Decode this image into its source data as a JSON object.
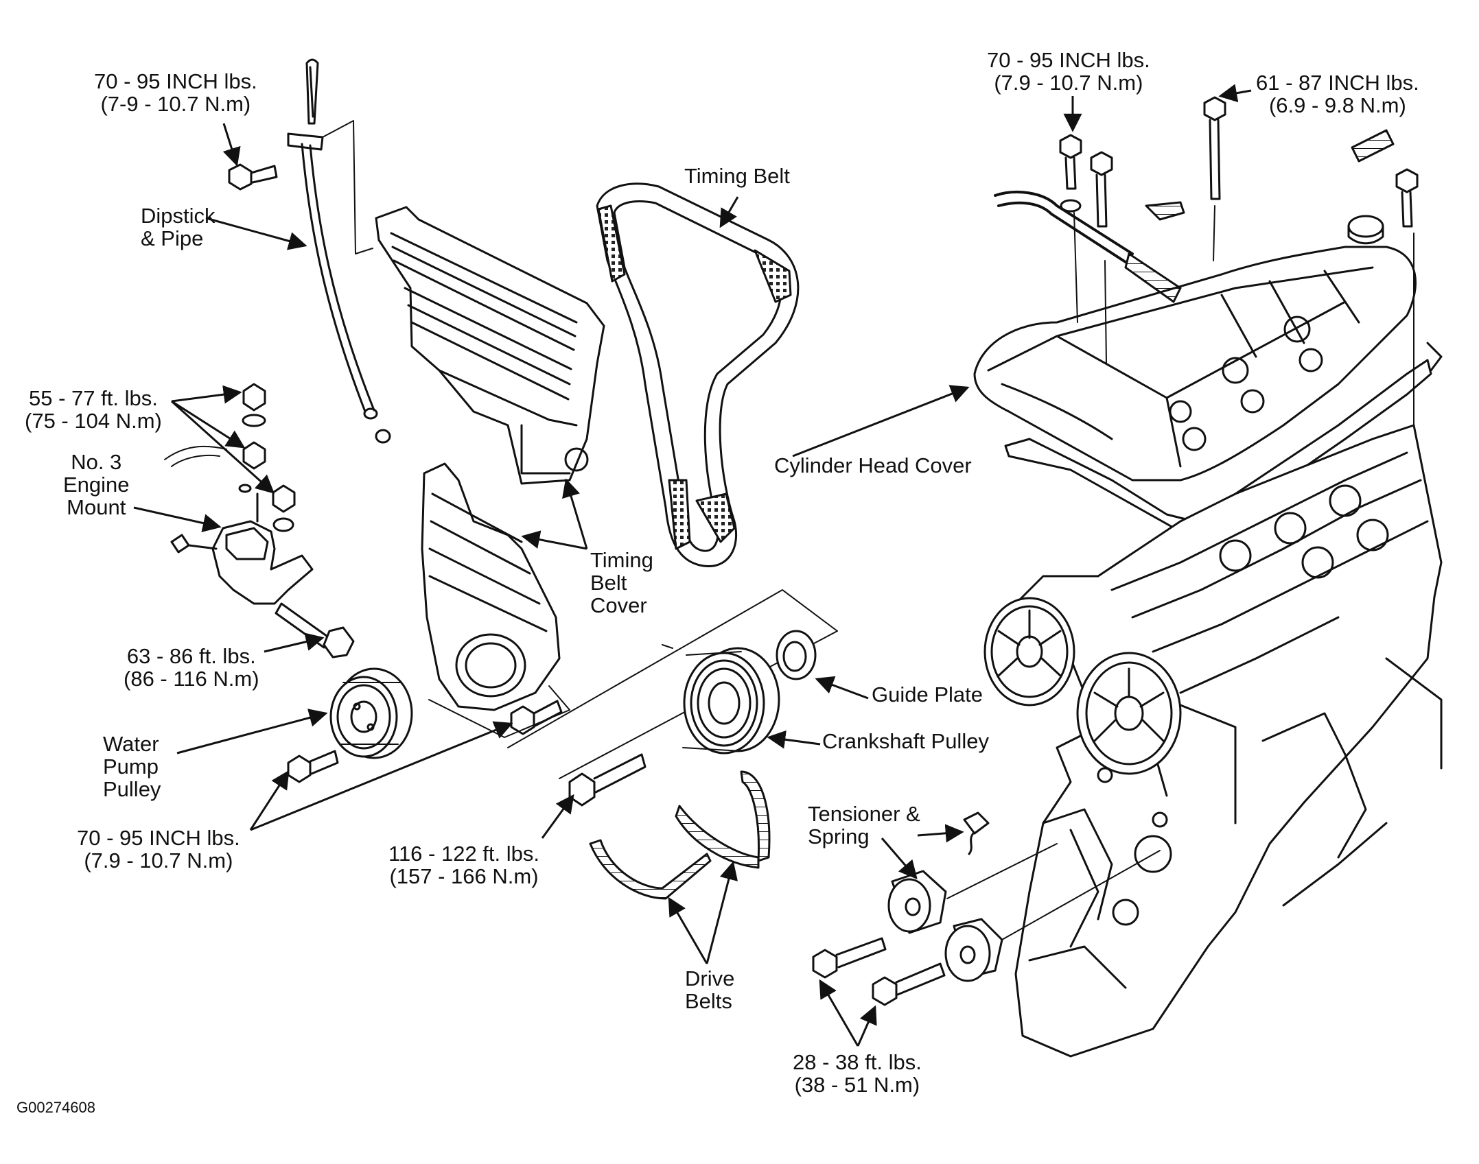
{
  "figure_id": "G00274608",
  "labels": {
    "dipstick_torque": [
      "70 - 95 INCH lbs.",
      "(7-9 - 10.7 N.m)"
    ],
    "dipstick": [
      "Dipstick",
      "& Pipe"
    ],
    "mount_nut_torque": [
      "55 - 77 ft. lbs.",
      "(75 - 104 N.m)"
    ],
    "engine_mount": [
      "No. 3",
      "Engine",
      "Mount"
    ],
    "mount_bolt_torque": [
      "63 - 86 ft. lbs.",
      "(86 - 116 N.m)"
    ],
    "water_pump_pulley": [
      "Water",
      "Pump",
      "Pulley"
    ],
    "cover_bolt_torque": [
      "70 - 95 INCH lbs.",
      "(7.9 - 10.7 N.m)"
    ],
    "timing_belt": [
      "Timing Belt"
    ],
    "timing_belt_cover": [
      "Timing",
      "Belt",
      "Cover"
    ],
    "guide_plate": [
      "Guide Plate"
    ],
    "crankshaft_pulley": [
      "Crankshaft Pulley"
    ],
    "crank_bolt_torque": [
      "116 - 122 ft. lbs.",
      "(157 - 166 N.m)"
    ],
    "drive_belts": [
      "Drive",
      "Belts"
    ],
    "head_cover_bolt_torque": [
      "70 - 95 INCH lbs.",
      "(7.9 - 10.7 N.m)"
    ],
    "long_bolt_torque": [
      "61 - 87 INCH lbs.",
      "(6.9 - 9.8 N.m)"
    ],
    "cylinder_head_cover": [
      "Cylinder Head Cover"
    ],
    "tensioner": [
      "Tensioner &",
      "Spring"
    ],
    "tensioner_bolt_torque": [
      "28 - 38 ft. lbs.",
      "(38 - 51 N.m)"
    ]
  }
}
